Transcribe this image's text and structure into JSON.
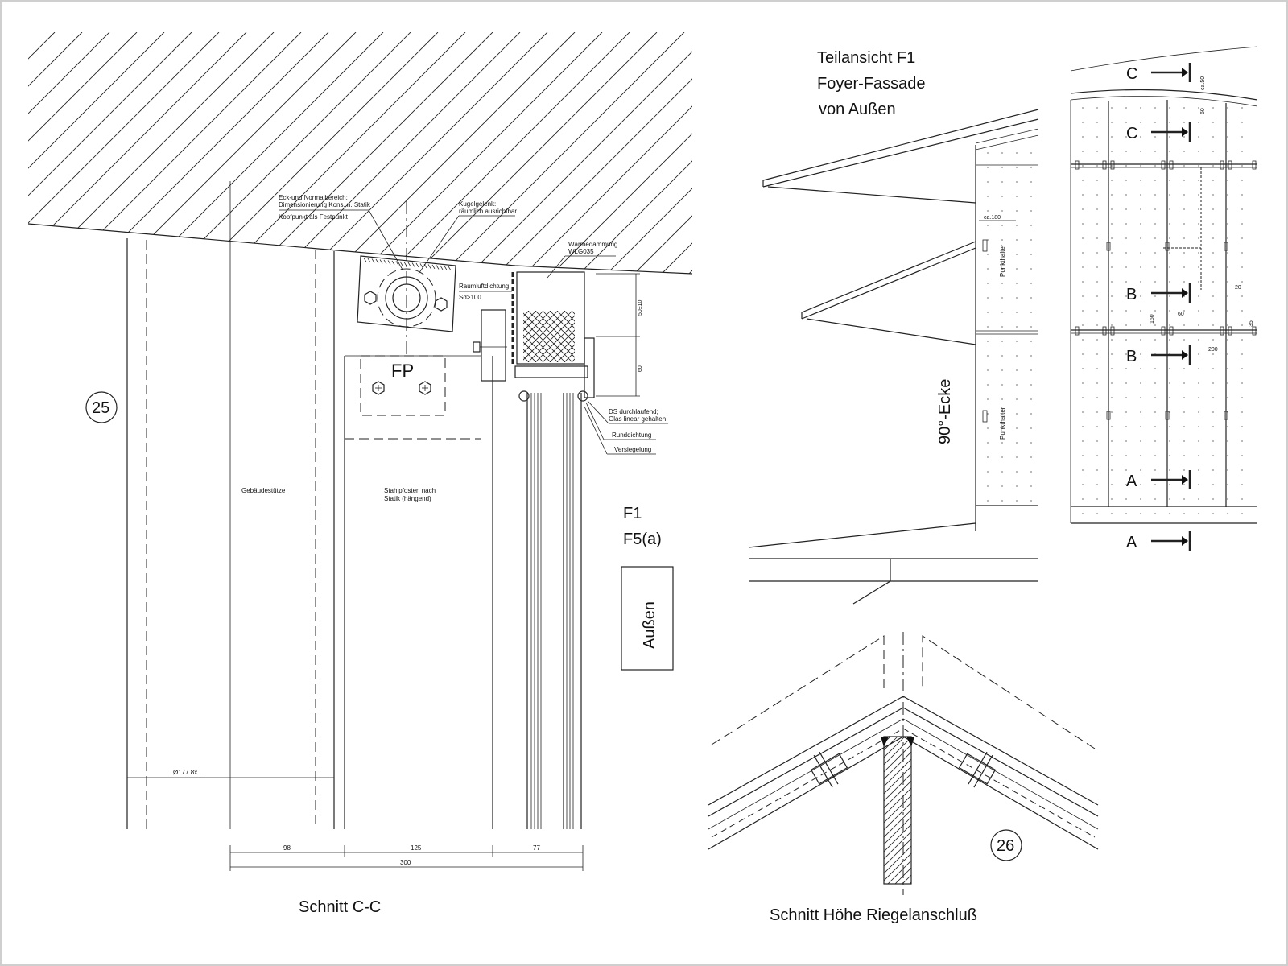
{
  "left_section": {
    "caption": "Schnitt C-C",
    "detail_number": "25",
    "labels": {
      "corner_area": "Eck-und Normalbereich:",
      "dimensioning": "Dimensionierung Kons. n. Statik",
      "head_point": "Kopfpunkt als Festpunkt",
      "ball_joint": "Kugelgelenk:",
      "ball_joint_2": "räumlich ausrichtbar",
      "insulation": "Wärmedämmung",
      "insulation_2": "WLG035",
      "air_seal": "Raumluftdichtung",
      "air_seal_2": "Sd>100",
      "fixed_point": "FP",
      "building_column": "Gebäudestütze",
      "steel_post": "Stahlpfosten nach",
      "steel_post_2": "Statik (hängend)",
      "ds_continuous": "DS durchlaufend;",
      "glass_linear": "Glas linear gehalten",
      "round_seal": "Runddichtung",
      "sealing": "Versiegelung",
      "diameter": "Ø177.8x..."
    },
    "dims": {
      "d1": "98",
      "d2": "125",
      "d3": "77",
      "total": "300",
      "v1": "50±10",
      "v2": "60"
    },
    "facade_codes": [
      "F1",
      "F5(a)"
    ],
    "outside_label": "Außen"
  },
  "right_top": {
    "title_lines": [
      "Teilansicht F1",
      "Foyer-Fassade",
      "von Außen"
    ],
    "corner_label": "90°-Ecke",
    "point_holder": "Punkthalter",
    "dim_ca180": "ca.180",
    "dims": {
      "ca50": "ca.50",
      "d60a": "60",
      "d20": "20",
      "d160": "160",
      "d60b": "60",
      "d35": "35",
      "d200": "200"
    },
    "section_markers": [
      "C",
      "C",
      "B",
      "B",
      "A",
      "A"
    ]
  },
  "right_bottom": {
    "caption": "Schnitt Höhe Riegelanschluß",
    "detail_number": "26"
  }
}
